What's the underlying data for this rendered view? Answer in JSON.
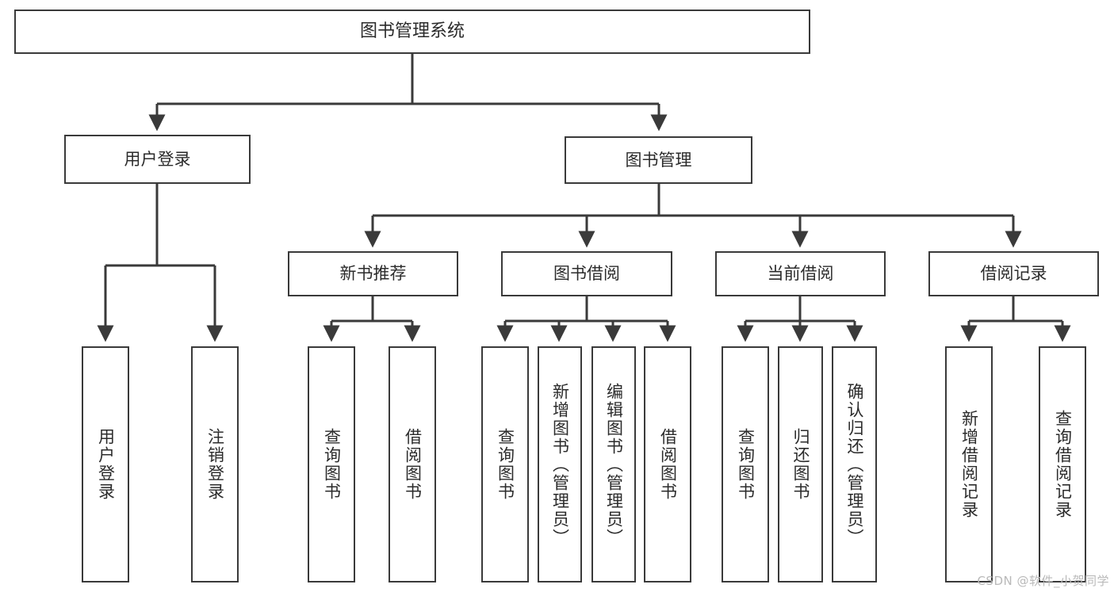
{
  "diagram": {
    "title": "图书管理系统",
    "watermark": "CSDN @软件_小贺同学",
    "line_color": "#3a3a3a",
    "text_color": "#2b2b2b",
    "background": "#ffffff",
    "nodes": {
      "root": {
        "label": "图书管理系统"
      },
      "level1": [
        {
          "label": "用户登录"
        },
        {
          "label": "图书管理"
        }
      ],
      "level2": [
        {
          "label": "新书推荐"
        },
        {
          "label": "图书借阅"
        },
        {
          "label": "当前借阅"
        },
        {
          "label": "借阅记录"
        }
      ],
      "leaves": {
        "user_login": [
          {
            "label": "用户登录"
          },
          {
            "label": "注销登录"
          }
        ],
        "new_book": [
          {
            "label": "查询图书"
          },
          {
            "label": "借阅图书"
          }
        ],
        "book_borrow": [
          {
            "label": "查询图书"
          },
          {
            "label": "新增图书（管理员）"
          },
          {
            "label": "编辑图书（管理员）"
          },
          {
            "label": "借阅图书"
          }
        ],
        "current_borrow": [
          {
            "label": "查询图书"
          },
          {
            "label": "归还图书"
          },
          {
            "label": "确认归还（管理员）"
          }
        ],
        "borrow_record": [
          {
            "label": "新增借阅记录"
          },
          {
            "label": "查询借阅记录"
          }
        ]
      }
    }
  }
}
